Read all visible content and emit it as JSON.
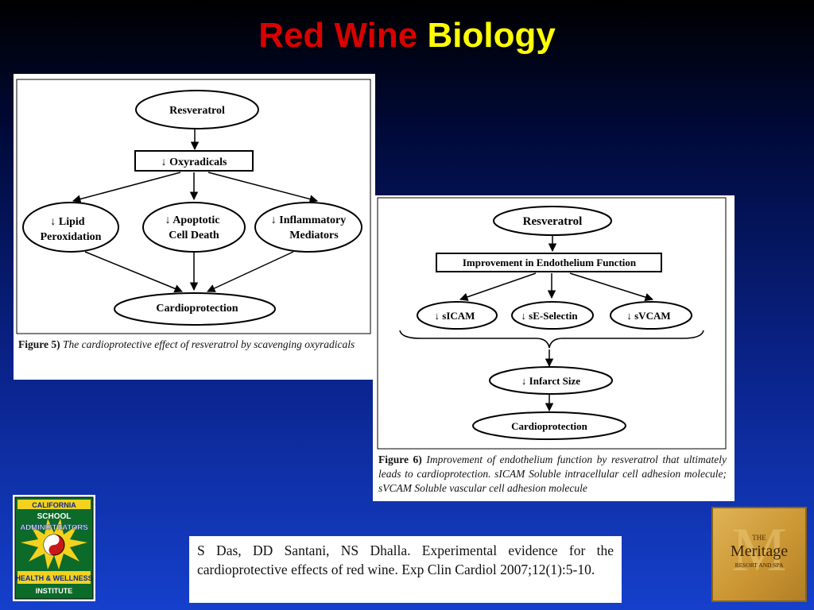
{
  "slide": {
    "title_part1": "Red Wine",
    "title_part2": "Biology",
    "colors": {
      "title_red": "#d90000",
      "title_yellow": "#ffff00",
      "background": "#0a238a"
    }
  },
  "figure5": {
    "nodes": {
      "resveratrol": "Resveratrol",
      "oxyradicals": "↓ Oxyradicals",
      "lipid_line1": "↓ Lipid",
      "lipid_line2": "Peroxidation",
      "apoptotic_line1": "↓ Apoptotic",
      "apoptotic_line2": "Cell Death",
      "inflammatory_line1": "↓ Inflammatory",
      "inflammatory_line2": "Mediators",
      "cardioprotection": "Cardioprotection"
    },
    "caption_label": "Figure 5)",
    "caption_text": "The cardioprotective effect of resveratrol by scavenging oxyradicals"
  },
  "figure6": {
    "nodes": {
      "resveratrol": "Resveratrol",
      "improvement": "Improvement in Endothelium Function",
      "sicam": "↓ sICAM",
      "se_selectin": "↓ sE-Selectin",
      "svcam": "↓ sVCAM",
      "infarct": "↓ Infarct Size",
      "cardioprotection": "Cardioprotection"
    },
    "caption_label": "Figure 6)",
    "caption_text": "Improvement of endothelium function by resveratrol that ultimately leads to cardioprotection. sICAM Soluble intracellular cell adhesion molecule; sVCAM Soluble vascular cell adhesion molecule"
  },
  "reference": {
    "text": "S Das, DD Santani, NS Dhalla. Experimental evidence for the cardioprotective effects of red wine. Exp Clin Cardiol 2007;12(1):5-10."
  },
  "logos": {
    "left": {
      "line1": "CALIFORNIA",
      "line2": "SCHOOL",
      "line3": "ADMINISTRATORS",
      "line4": "HEALTH & WELLNESS",
      "line5": "INSTITUTE"
    },
    "right": {
      "the": "THE",
      "name": "Meritage",
      "sub": "RESORT AND SPA"
    }
  }
}
